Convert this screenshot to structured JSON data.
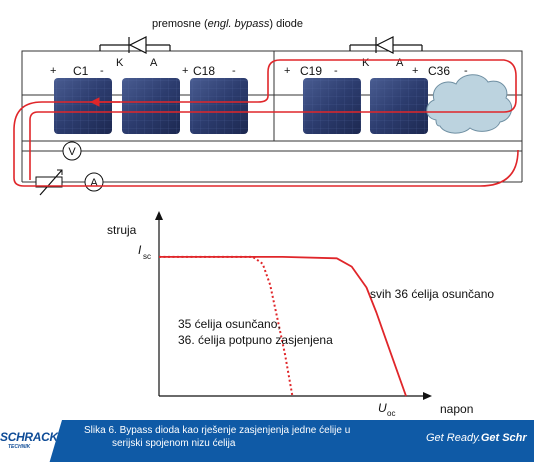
{
  "circuit": {
    "title": "premosne (engl. bypass) diode",
    "title_parts": [
      "premosne (",
      "engl. bypass",
      ") diode"
    ],
    "cell_labels": [
      "C1",
      "C18",
      "C19",
      "C36"
    ],
    "plus_sign": "+",
    "minus_sign": "-",
    "diode_cathode": "K",
    "diode_anode": "A",
    "voltmeter": "V",
    "ammeter": "A"
  },
  "chart_data": {
    "type": "line",
    "ylabel": "struja",
    "xlabel": "napon",
    "y_tick_main": "I",
    "y_tick_sub": "sc",
    "x_tick_main": "U",
    "x_tick_sub": "oc",
    "series": [
      {
        "name": "svih 36 ćelija osunčano",
        "style": "solid",
        "color": "#e0262a",
        "x": [
          0,
          0.5,
          0.72,
          0.78,
          0.84,
          0.88,
          0.92,
          0.96,
          1.0
        ],
        "y": [
          1,
          1,
          0.99,
          0.93,
          0.78,
          0.6,
          0.4,
          0.2,
          0
        ]
      },
      {
        "name": "35 ćelija osunčano, 36. ćelija potpuno zasjenjena",
        "name_lines": [
          "35 ćelija osunčano,",
          "36. ćelija potpuno zasjenjena"
        ],
        "style": "dotted",
        "color": "#e0262a",
        "x": [
          0,
          0.38,
          0.42,
          0.45,
          0.48,
          0.51,
          0.54
        ],
        "y": [
          1,
          1,
          0.95,
          0.8,
          0.55,
          0.3,
          0
        ]
      }
    ],
    "xlim": [
      0,
      1
    ],
    "ylim": [
      0,
      1.15
    ],
    "grid": false,
    "legend": "inline-labels"
  },
  "footer": {
    "logo_main": "SCHRACK",
    "logo_sub": "TECHNIK",
    "caption_line1": "Slika 6. Bypass dioda kao rješenje zasjenjenja jedne ćelije u",
    "caption_line2": "serijski spojenom nizu ćelija",
    "slogan_prefix": "Get Ready.",
    "slogan_bold": "Get Schr"
  },
  "colors": {
    "current_path": "#e0262a",
    "footer_bg": "#0f5aa6",
    "cell": "#2c3c6e"
  }
}
